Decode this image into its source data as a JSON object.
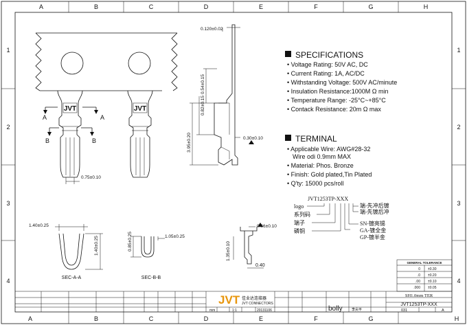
{
  "frame": {
    "columns": [
      "A",
      "B",
      "C",
      "D",
      "E",
      "F",
      "G",
      "H"
    ],
    "rows": [
      "1",
      "2",
      "3",
      "4"
    ]
  },
  "dimensions": {
    "d_012": "0.120±0.02",
    "d_054": "0.54±0.15",
    "d_082": "0.82±0.15",
    "d_395": "3.95±0.20",
    "d_030": "0.30±0.10",
    "d_075": "0.75±0.10",
    "d_140w": "1.40±0.25",
    "d_140h": "1.40±0.25",
    "d_085": "0.85±0.25",
    "d_105": "1.05±0.25",
    "d_066": "0.66±0.10",
    "d_135": "1.35±0.10",
    "d_040": "0.40"
  },
  "labels": {
    "logo": "JVT",
    "section_a": "A",
    "section_b": "B",
    "sec_a_caption": "SEC-A-A",
    "sec_b_caption": "SEC-B-B"
  },
  "specifications": {
    "heading": "SPECIFICATIONS",
    "items": [
      "Voltage Rating: 50V AC, DC",
      "Current Rating: 1A, AC/DC",
      "Withstanding Voltage: 500V AC/minute",
      "Insulation Resistance:1000M Ω min",
      "Temperature Range: -25°C~+85°C",
      "Contack Resistance: 20m Ω max"
    ]
  },
  "terminal": {
    "heading": "TERMINAL",
    "items": [
      "Applicable Wire: AWG#28-32",
      "Wire odi 0.9mm MAX",
      "Material: Phos. Bronze",
      "Finish: Gold plated,Tin Plated",
      "Q'ty: 15000 pcs/roll"
    ]
  },
  "part_code": {
    "code": "JVT1253TP-XXX",
    "left": [
      "logo",
      "系列码",
      "端子",
      "磷铜"
    ],
    "right": [
      "端-先冲后镀",
      "端-先镀后冲",
      "SN-镀亮锡",
      "GA-镀全金",
      "GP-镀半金"
    ]
  },
  "tolerance": {
    "title": "GENERAL TOLERANCE",
    "rows": [
      {
        "k": "0",
        "v": "±0.30"
      },
      {
        "k": ".0",
        "v": "±0.20"
      },
      {
        "k": ".00",
        "v": "±0.10"
      },
      {
        "k": ".000",
        "v": "±0.05"
      }
    ]
  },
  "title_block": {
    "logo": "JVT",
    "company_cn": "佳业达连接器",
    "company_en": "JVT CONNECTORS",
    "unit": "mm",
    "scale": "1:1",
    "date": "20131106",
    "series": "SH1.0mm TER",
    "part_no": "JVT1253TP-XXX",
    "sheet": "031",
    "rev": "A",
    "drawn": "bolly",
    "checker": "李尖平"
  }
}
